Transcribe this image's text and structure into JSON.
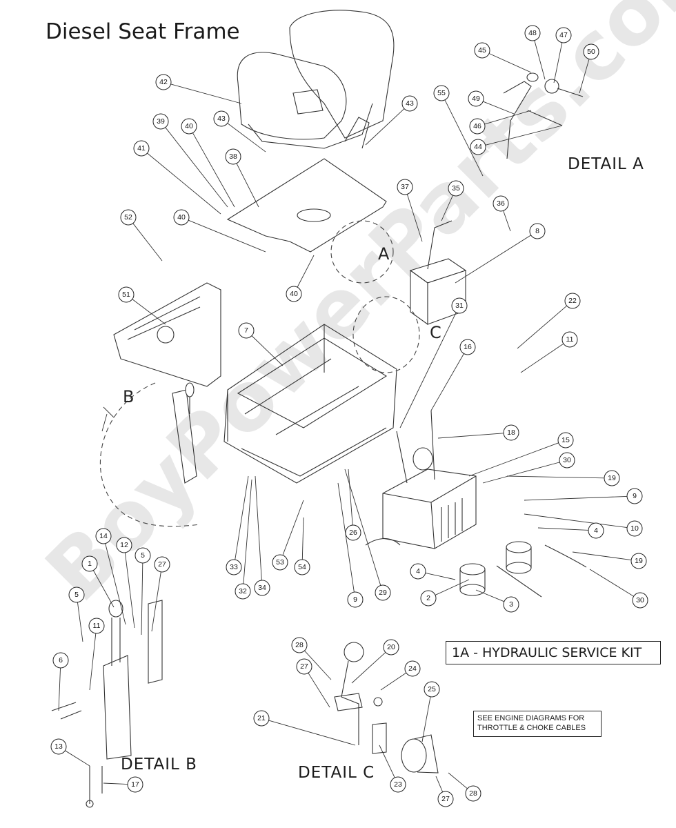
{
  "title": "Diesel Seat Frame",
  "detail_labels": {
    "a": "DETAIL  A",
    "b": "DETAIL  B",
    "c": "DETAIL  C"
  },
  "view_letters": {
    "a": "A",
    "b": "B",
    "c": "C"
  },
  "kit_label": "1A - HYDRAULIC SERVICE KIT",
  "note_lines": [
    "SEE ENGINE DIAGRAMS FOR",
    "THROTTLE & CHOKE CABLES"
  ],
  "watermark": "BoyPowerParts.com",
  "callouts": [
    {
      "n": "42"
    },
    {
      "n": "43"
    },
    {
      "n": "38"
    },
    {
      "n": "39"
    },
    {
      "n": "40"
    },
    {
      "n": "41"
    },
    {
      "n": "43"
    },
    {
      "n": "55"
    },
    {
      "n": "45"
    },
    {
      "n": "48"
    },
    {
      "n": "47"
    },
    {
      "n": "50"
    },
    {
      "n": "49"
    },
    {
      "n": "46"
    },
    {
      "n": "44"
    },
    {
      "n": "37"
    },
    {
      "n": "35"
    },
    {
      "n": "36"
    },
    {
      "n": "8"
    },
    {
      "n": "52"
    },
    {
      "n": "40"
    },
    {
      "n": "40"
    },
    {
      "n": "51"
    },
    {
      "n": "7"
    },
    {
      "n": "31"
    },
    {
      "n": "16"
    },
    {
      "n": "22"
    },
    {
      "n": "11"
    },
    {
      "n": "18"
    },
    {
      "n": "15"
    },
    {
      "n": "30"
    },
    {
      "n": "19"
    },
    {
      "n": "9"
    },
    {
      "n": "10"
    },
    {
      "n": "4"
    },
    {
      "n": "19"
    },
    {
      "n": "30"
    },
    {
      "n": "4"
    },
    {
      "n": "2"
    },
    {
      "n": "3"
    },
    {
      "n": "26"
    },
    {
      "n": "29"
    },
    {
      "n": "9"
    },
    {
      "n": "53"
    },
    {
      "n": "54"
    },
    {
      "n": "33"
    },
    {
      "n": "32"
    },
    {
      "n": "34"
    },
    {
      "n": "14"
    },
    {
      "n": "12"
    },
    {
      "n": "5"
    },
    {
      "n": "27"
    },
    {
      "n": "1"
    },
    {
      "n": "5"
    },
    {
      "n": "11"
    },
    {
      "n": "6"
    },
    {
      "n": "13"
    },
    {
      "n": "17"
    },
    {
      "n": "28"
    },
    {
      "n": "20"
    },
    {
      "n": "27"
    },
    {
      "n": "24"
    },
    {
      "n": "21"
    },
    {
      "n": "25"
    },
    {
      "n": "23"
    },
    {
      "n": "27"
    },
    {
      "n": "28"
    }
  ]
}
